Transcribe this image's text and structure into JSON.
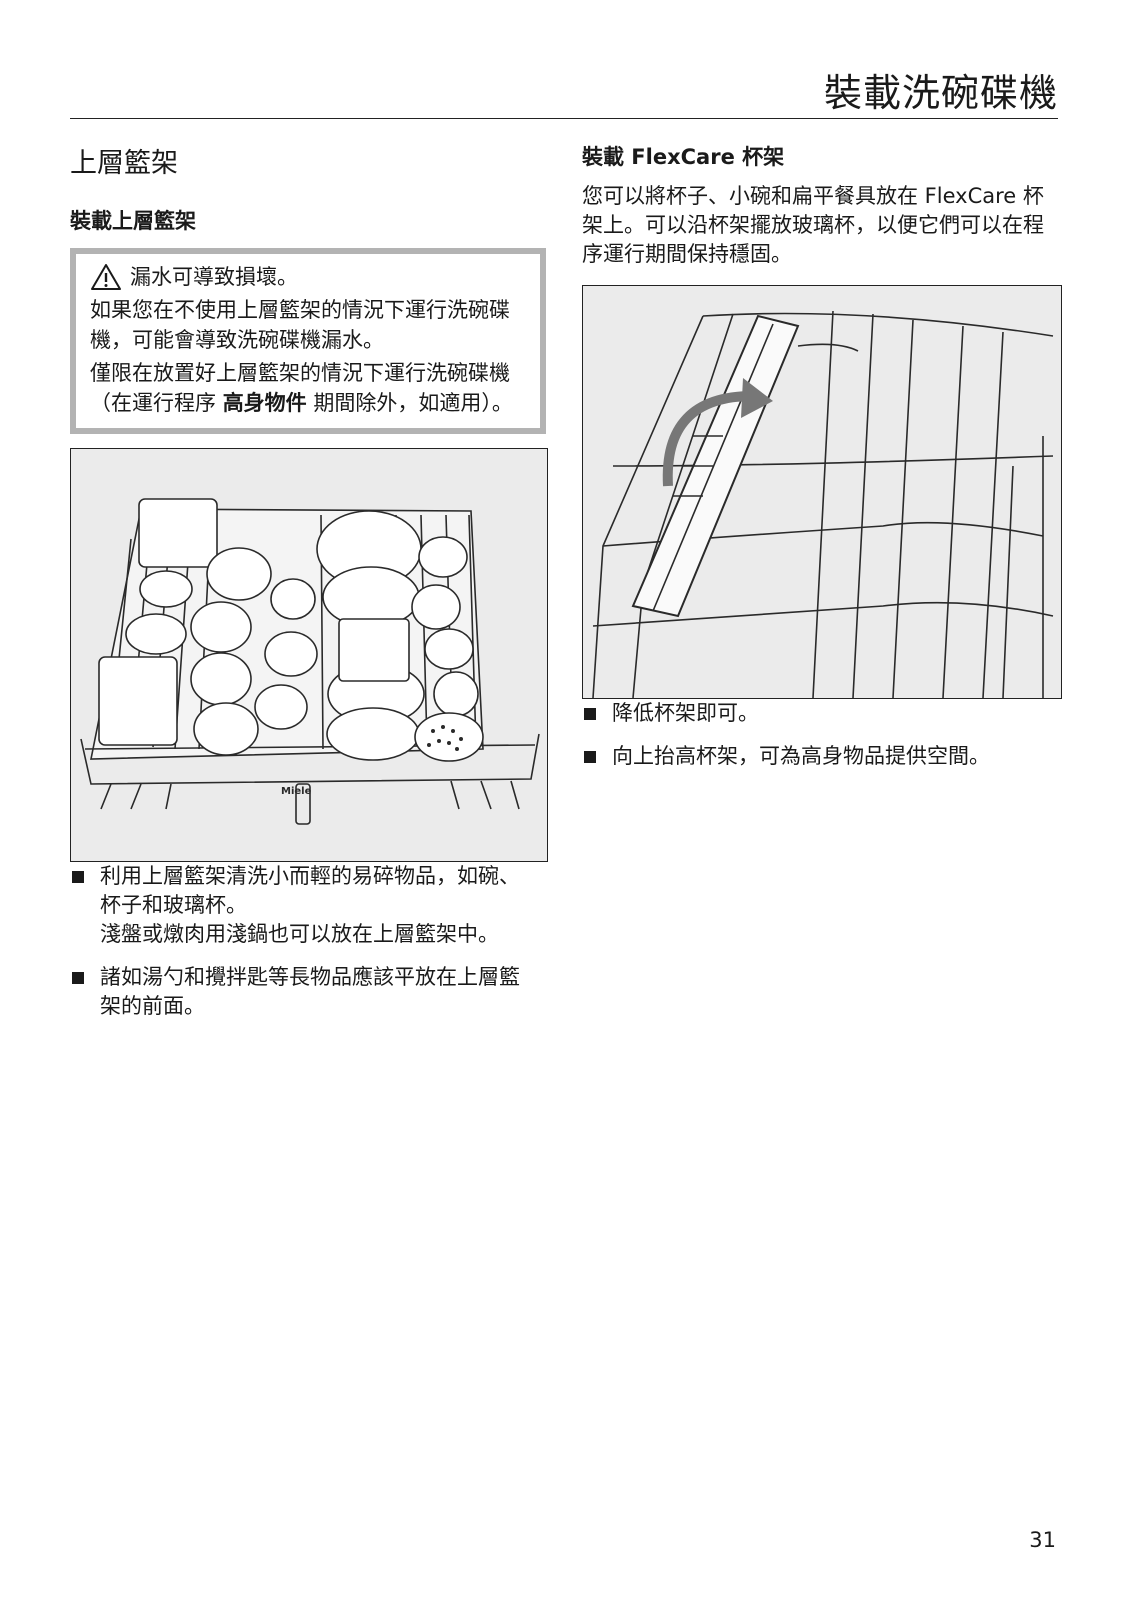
{
  "header": {
    "title": "裝載洗碗碟機"
  },
  "left": {
    "section_title": "上層籃架",
    "subsection_title": "裝載上層籃架",
    "warning": {
      "headline": "漏水可導致損壞。",
      "para1": "如果您在不使用上層籃架的情況下運行洗碗碟機，可能會導致洗碗碟機漏水。",
      "para2_before": "僅限在放置好上層籃架的情況下運行洗碗碟機（在運行程序 ",
      "para2_bold": "高身物件",
      "para2_after": " 期間除外，如適用）。"
    },
    "figure_logo": "Miele",
    "bullets": [
      {
        "line1": "利用上層籃架清洗小而輕的易碎物品，如碗、杯子和玻璃杯。",
        "line2": "淺盤或燉肉用淺鍋也可以放在上層籃架中。"
      },
      {
        "line1": "諸如湯勺和攪拌匙等長物品應該平放在上層籃架的前面。"
      }
    ]
  },
  "right": {
    "subsection_title": "裝載 FlexCare 杯架",
    "intro": "您可以將杯子、小碗和扁平餐具放在 FlexCare 杯架上。可以沿杯架擺放玻璃杯，以便它們可以在程序運行期間保持穩固。",
    "bullets": [
      "降低杯架即可。",
      "向上抬高杯架，可為高身物品提供空間。"
    ]
  },
  "page_number": "31"
}
